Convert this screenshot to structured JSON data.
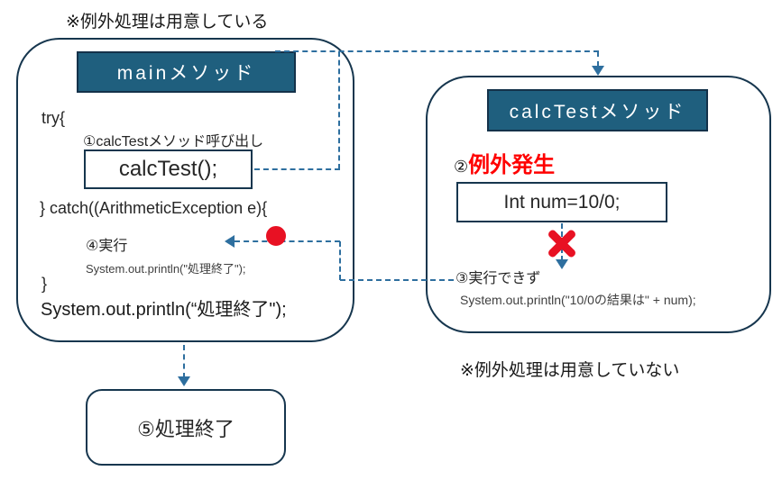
{
  "notes": {
    "top": "※例外処理は用意している",
    "bottom": "※例外処理は用意していない"
  },
  "main_method": {
    "title": "mainメソッド",
    "try_open": "try{",
    "step1": "①calcTestメソッド呼び出し",
    "call_code": "calcTest();",
    "catch_open": "} catch((ArithmeticException e){",
    "step4": "④実行",
    "catch_body": "System.out.println(\"処理終了\");",
    "close_brace": "}",
    "final_code": "System.out.println(“処理終了\");"
  },
  "calc_method": {
    "title": "calcTestメソッド",
    "step2_num": "②",
    "step2": "例外発生",
    "code": "Int num=10/0;",
    "step3": "③実行できず",
    "body": "System.out.println(\"10/0の結果は\" + num);"
  },
  "end_state": {
    "label": "⑤処理終了"
  },
  "colors": {
    "border_navy": "#16364E",
    "header_fill": "#1F5F7E",
    "arrow_blue": "#2E6F9F",
    "alert_red": "#E81123",
    "text_red": "#FF0000"
  }
}
